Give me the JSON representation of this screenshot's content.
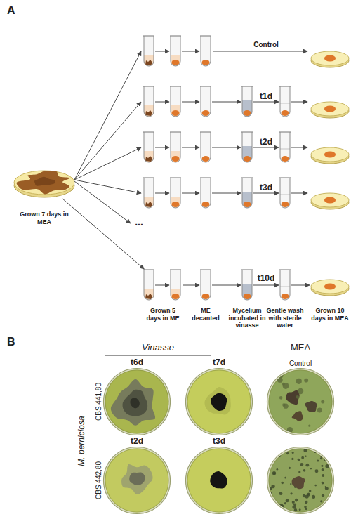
{
  "diagram": {
    "nodes": [
      {
        "text": [
          "Grown 7 days in MEA"
        ]
      },
      {
        "text": [
          "Grown 5 days in ME"
        ]
      },
      {
        "text": [
          "ME decanted"
        ]
      },
      {
        "text": [
          "Mycelium incubated in vinasse"
        ]
      },
      {
        "text": [
          "Gentle wash with sterile water"
        ]
      },
      {
        "text": [
          "Grown 10 days in MEA"
        ]
      }
    ],
    "edges": [
      {
        "from": 0,
        "to": 1,
        "arrow": "to"
      },
      {
        "from": 1,
        "to": 2,
        "arrow": "to"
      },
      {
        "from": 2,
        "to": 3,
        "arrow": "to"
      },
      {
        "from": 3,
        "to": 4,
        "label": "t10d",
        "arrow": "to"
      },
      {
        "from": 4,
        "to": 5,
        "arrow": "to"
      }
    ],
    "labels": [
      "A",
      "Control",
      "t1d",
      "t2d",
      "t3d",
      "...",
      "B",
      "Vinasse",
      "MEA",
      "t6d",
      "t7d",
      "Control",
      "CBS 441,80",
      "t2d",
      "t3d",
      "CBS 442,80",
      "M. perniciosa"
    ]
  }
}
